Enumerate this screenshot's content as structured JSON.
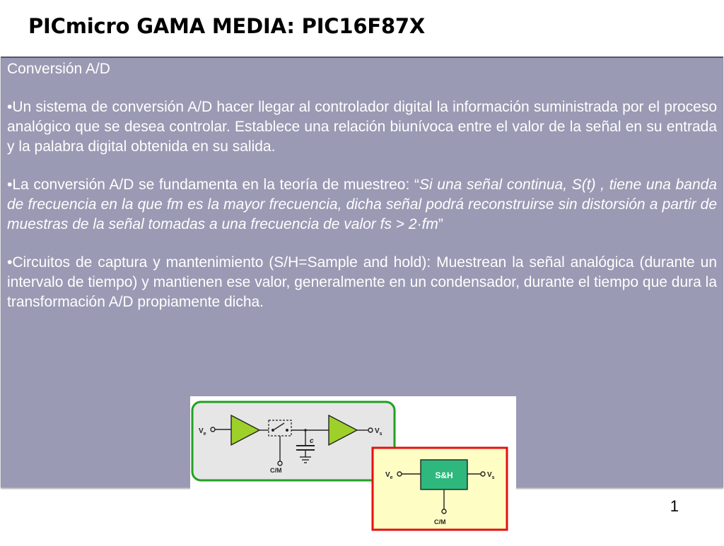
{
  "slide": {
    "title": "PICmicro GAMA MEDIA: PIC16F87X",
    "subtitle": "Conversión A/D",
    "bullets": [
      {
        "text": "•Un sistema de conversión A/D hacer llegar al controlador digital la información suministrada por el proceso analógico que se desea controlar. Establece una relación biunívoca entre el valor de la señal en su entrada y la palabra digital obtenida en su salida."
      },
      {
        "prefix": "•La conversión A/D se fundamenta en la teoría de muestreo: “",
        "italic": "Si una señal continua, S(t) , tiene una banda de frecuencia en la que fm es la mayor frecuencia, dicha señal podrá reconstruirse sin distorsión a partir de muestras de la señal tomadas a una frecuencia de valor fs > 2·fm",
        "suffix": "”"
      },
      {
        "text": "•Circuitos de captura y mantenimiento (S/H=Sample and hold): Muestrean la señal analógica (durante un intervalo de tiempo) y mantienen ese valor, generalmente en un condensador, durante el tiempo que dura la transformación A/D propiamente dicha."
      }
    ],
    "page_number": "1"
  },
  "diagram": {
    "circuit": {
      "input_label": "V",
      "input_sub": "e",
      "output_label": "V",
      "output_sub": "s",
      "capacitor_label": "c",
      "control_label": "C/M"
    },
    "block": {
      "input_label": "V",
      "input_sub": "e",
      "output_label": "V",
      "output_sub": "s",
      "block_label": "S&H",
      "control_label": "C/M"
    },
    "colors": {
      "panel_border": "#22a022",
      "panel_fill": "#e6e6e6",
      "block_border": "#e41010",
      "block_fill": "#fdfdc4",
      "sh_fill": "#2eb87e",
      "amp_fill": "#9ed02a"
    }
  }
}
